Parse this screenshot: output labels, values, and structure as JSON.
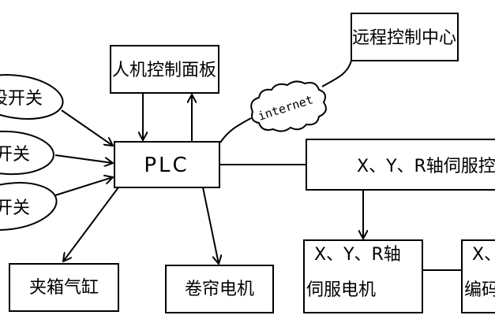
{
  "nodes": {
    "hmi_panel": "人机控制面板",
    "remote_center": "远程控制中心",
    "plc": "PLC",
    "servo_controller": "X、Y、R轴伺服控",
    "servo_motor_line1": "X、Y、R轴",
    "servo_motor_line2": "伺服电机",
    "encoder_line1": "X、",
    "encoder_line2": "编码",
    "box_cylinder": "夹箱气缸",
    "shutter_motor": "卷帘电机",
    "switch_1": "设开关",
    "switch_2": "开关",
    "switch_3": "开关"
  },
  "cloud_label": "internet"
}
